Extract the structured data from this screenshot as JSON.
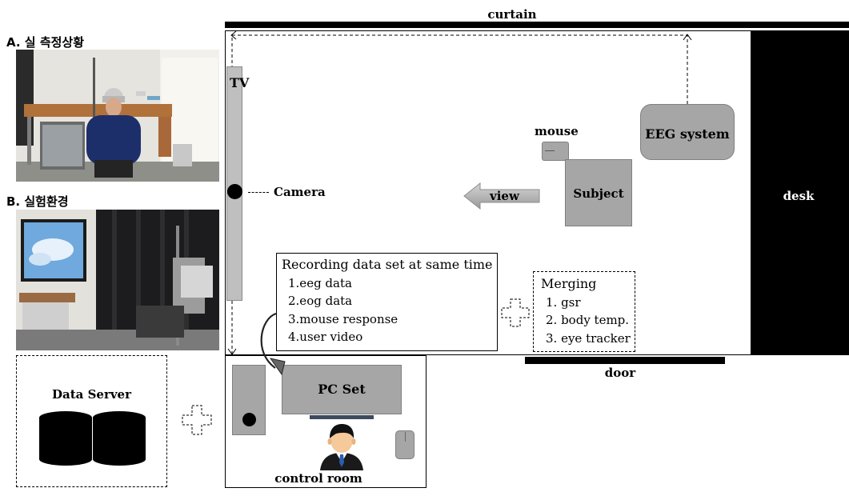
{
  "photos": {
    "a_caption": "A. 실 측정상황",
    "b_caption": "B. 실험환경"
  },
  "room": {
    "curtain": "curtain",
    "desk": "desk",
    "door": "door",
    "tv": "TV",
    "camera": "Camera",
    "mouse": "mouse",
    "eeg": "EEG system",
    "subject": "Subject",
    "view": "view"
  },
  "recording": {
    "title": "Recording data set at same time",
    "items": [
      "1.eeg data",
      "2.eog data",
      "3.mouse response",
      "4.user video"
    ]
  },
  "merging": {
    "title": "Merging",
    "items": [
      "1. gsr",
      "2. body temp.",
      "3. eye tracker"
    ]
  },
  "control_room": {
    "pc_set": "PC Set",
    "label": "control room"
  },
  "data_server": {
    "label": "Data Server"
  },
  "colors": {
    "box_fill": "#a6a6a6",
    "tv_fill": "#bfbfbf",
    "black": "#000000"
  }
}
